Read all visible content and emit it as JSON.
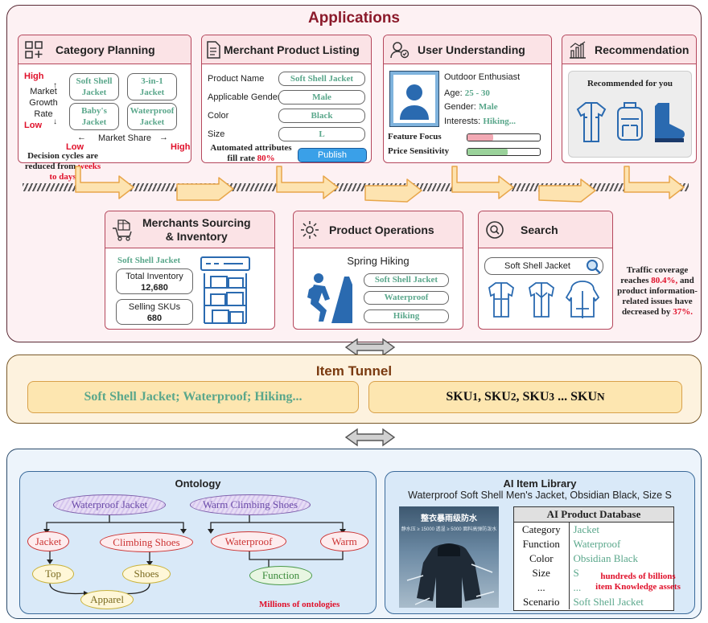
{
  "applications": {
    "title": "Applications",
    "category_planning": {
      "title": "Category Planning",
      "y_high": "High",
      "y_low": "Low",
      "y_label": [
        "Market",
        "Growth",
        "Rate"
      ],
      "cells": [
        "Soft Shell Jacket",
        "3-in-1 Jacket",
        "Baby's Jacket",
        "Waterproof Jacket"
      ],
      "x_label": "Market Share",
      "x_low": "Low",
      "x_high": "High",
      "note_prefix": "Decision cycles are reduced from",
      "note_highlight": "weeks to days"
    },
    "merchant_listing": {
      "title": "Merchant Product Listing",
      "fields": [
        {
          "label": "Product Name",
          "value": "Soft Shell Jacket"
        },
        {
          "label": "Applicable Gender",
          "value": "Male"
        },
        {
          "label": "Color",
          "value": "Black"
        },
        {
          "label": "Size",
          "value": "L"
        }
      ],
      "fill_rate_prefix": "Automated attributes fill rate",
      "fill_rate_value": "80%",
      "publish": "Publish"
    },
    "user_understanding": {
      "title": "User Understanding",
      "persona": "Outdoor Enthusiast",
      "age_label": "Age:",
      "age_value": "25 - 30",
      "gender_label": "Gender:",
      "gender_value": "Male",
      "interests_label": "Interests:",
      "interests_value": "Hiking...",
      "feature_focus": "Feature Focus",
      "feature_focus_level": 0.35,
      "price_sensitivity": "Price Sensitivity",
      "price_sensitivity_level": 0.55
    },
    "recommendation": {
      "title": "Recommendation",
      "subtitle": "Recommended for you"
    },
    "sourcing": {
      "title_line1": "Merchants Sourcing",
      "title_line2": "& Inventory",
      "product": "Soft Shell Jacket",
      "inventory_label": "Total Inventory",
      "inventory_value": "12,680",
      "skus_label": "Selling SKUs",
      "skus_value": "680"
    },
    "operations": {
      "title": "Product Operations",
      "theme": "Spring Hiking",
      "tags": [
        "Soft Shell Jacket",
        "Waterproof",
        "Hiking"
      ]
    },
    "search": {
      "title": "Search",
      "query": "Soft Shell Jacket",
      "note_1": "Traffic coverage reaches",
      "note_1_value": "80.4%,",
      "note_2": "and product information-related issues have decreased by",
      "note_2_value": "37%."
    }
  },
  "item_tunnel": {
    "title": "Item Tunnel",
    "attributes": "Soft Shell Jacket; Waterproof; Hiking...",
    "sku_prefix": "SKU",
    "skus": [
      "1",
      "2",
      "3",
      "N"
    ],
    "sku_ellipsis": "..."
  },
  "ontology": {
    "title": "Ontology",
    "top_nodes": [
      "Waterproof Jacket",
      "Warm Climbing Shoes"
    ],
    "mid_nodes": [
      "Jacket",
      "Climbing Shoes",
      "Waterproof",
      "Warm"
    ],
    "low_nodes": [
      "Top",
      "Shoes",
      "Function"
    ],
    "root_node": "Apparel",
    "note": "Millions of ontologies"
  },
  "ai_library": {
    "title": "AI Item Library",
    "subtitle": "Waterproof Soft Shell Men's Jacket, Obsidian Black, Size S",
    "image_caption_1": "整衣暴雨级防水",
    "image_caption_2": "静水压 ≥ 15000  透湿 ≥ 5000  面料高弹防泼水",
    "db_title": "AI Product Database",
    "rows": [
      {
        "k": "Category",
        "v": "Jacket"
      },
      {
        "k": "Function",
        "v": "Waterproof"
      },
      {
        "k": "Color",
        "v": "Obsidian Black"
      },
      {
        "k": "Size",
        "v": "S"
      },
      {
        "k": "...",
        "v": "..."
      },
      {
        "k": "Scenario",
        "v": "Soft Shell Jacket"
      }
    ],
    "note_1": "hundreds of billions",
    "note_2": "item Knowledge assets"
  },
  "colors": {
    "apps_bg": "#fdf1f3",
    "tunnel_bg": "#fdf2de",
    "kb_bg": "#edf4fb",
    "accent_red": "#e0102a",
    "value_green": "#5aa78b",
    "publish_blue": "#3aa0e8"
  }
}
